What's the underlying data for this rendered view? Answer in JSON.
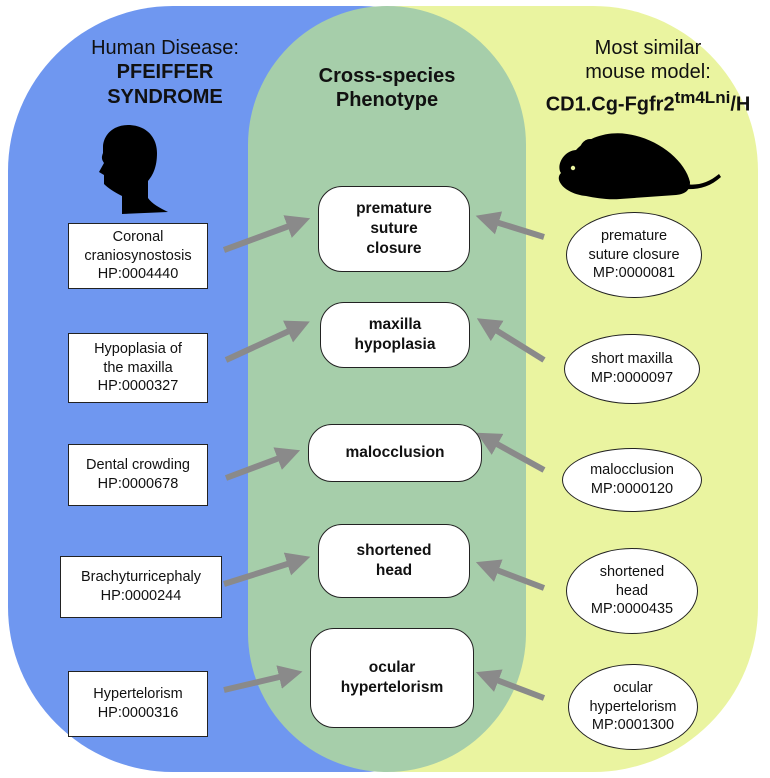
{
  "colors": {
    "human_panel": "#6f97f0",
    "phenotype_panel": "#a6ceaa",
    "mouse_panel": "#eaf4a0",
    "arrow": "#8a8a8a",
    "silhouette": "#000000"
  },
  "icons": {
    "human": "human-head-silhouette-icon",
    "mouse": "mouse-silhouette-icon"
  },
  "human": {
    "heading_line1": "Human Disease:",
    "heading_line2": "PFEIFFER",
    "heading_line3": "SYNDROME",
    "phenotypes": [
      {
        "lines": [
          "Coronal",
          "craniosynostosis",
          "HP:0004440"
        ]
      },
      {
        "lines": [
          "Hypoplasia of",
          "the maxilla",
          "HP:0000327"
        ]
      },
      {
        "lines": [
          "Dental crowding",
          "HP:0000678"
        ]
      },
      {
        "lines": [
          "Brachyturricephaly",
          "HP:0000244"
        ]
      },
      {
        "lines": [
          "Hypertelorism",
          "HP:0000316"
        ]
      }
    ]
  },
  "cross_species": {
    "heading_line1": "Cross-species",
    "heading_line2": "Phenotype",
    "phenotypes": [
      {
        "lines": [
          "premature",
          "suture",
          "closure"
        ]
      },
      {
        "lines": [
          "maxilla",
          "hypoplasia"
        ]
      },
      {
        "lines": [
          "malocclusion"
        ]
      },
      {
        "lines": [
          "shortened",
          "head"
        ]
      },
      {
        "lines": [
          "ocular",
          "hypertelorism"
        ]
      }
    ]
  },
  "mouse": {
    "heading_line1": "Most similar",
    "heading_line2": "mouse model:",
    "model_base": "CD1.Cg-Fgfr2",
    "model_superscript": "tm4Lni",
    "model_suffix": "/H",
    "phenotypes": [
      {
        "lines": [
          "premature",
          "suture closure",
          "MP:0000081"
        ]
      },
      {
        "lines": [
          "short maxilla",
          "MP:0000097"
        ]
      },
      {
        "lines": [
          "malocclusion",
          "MP:0000120"
        ]
      },
      {
        "lines": [
          "shortened",
          "head",
          "MP:0000435"
        ]
      },
      {
        "lines": [
          "ocular",
          "hypertelorism",
          "MP:0001300"
        ]
      }
    ]
  }
}
